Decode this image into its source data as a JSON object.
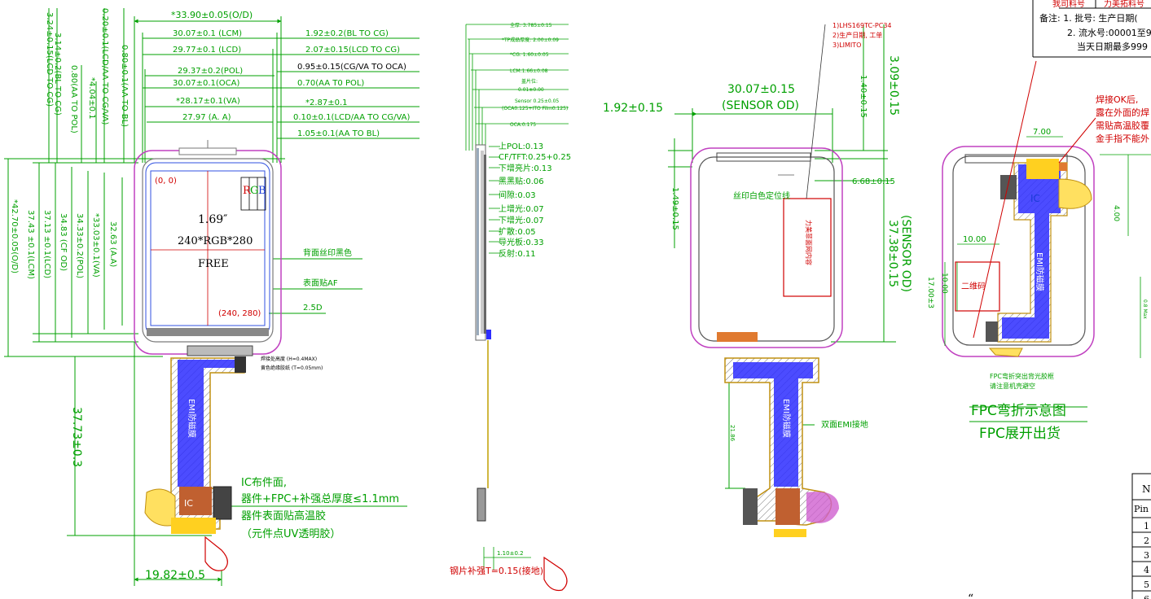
{
  "main_view": {
    "outer_width": "*33.90±0.05(O/D)",
    "lcm_width": "30.07±0.1 (LCM)",
    "lcd_width": "29.77±0.1 (LCD)",
    "pol_width": "29.37±0.2(POL)",
    "oca_width": "30.07±0.1(OCA)",
    "va_width": "*28.17±0.1(VA)",
    "aa_width": "27.97 (A. A)",
    "bl_to_cg": "1.92±0.2(BL TO CG)",
    "lcd_to_cg": "2.07±0.15(LCD TO CG)",
    "cg_va_to_oca": "0.95±0.15(CG/VA TO OCA)",
    "aa_to_pol": "0.70(AA T0 POL)",
    "dim_287": "*2.87±0.1",
    "lcd_aa_to_cg_va": "0.10±0.1(LCD/AA TO CG/VA)",
    "aa_to_bl": "1.05±0.1(AA TO BL)",
    "v_lcd_to_cg": "3.24±0.15(LCD TO CG)",
    "v_bl_to_cg": "3.14±0.2(BL TO CG)",
    "v_lcd_aa_to_cg_va": "0.20±0.1(LCD/AA TO CG/VA)",
    "v_aa_to_pol": "0.80(AA TO POL)",
    "v_aa_to_bl": "0.80±0.1(AA TO BL)",
    "v_404": "*4.04±0.1",
    "v_od": "*42.70±0.05(O/D)",
    "v_lcm": "37.43 ±0.1(LCM)",
    "v_lcd": "37.13 ±0.1(LCD)",
    "v_cf_od": "34.83 (CF OD)",
    "v_pol": "34.33±0.2(POL)",
    "v_va": "*33.03±0.1(VA)",
    "v_aa": "32.63 (A.A)",
    "v_fpc": "37.73±0.3",
    "h_fpc": "19.82±0.5",
    "origin": "(0, 0)",
    "corner": "(240, 280)",
    "rgb_r": "R",
    "rgb_g": "G",
    "rgb_b": "B",
    "size": "1.69″",
    "resolution": "240*RGB*280",
    "mode": "FREE",
    "note_back_print": "背面丝印黑色",
    "note_surface": "表面贴AF",
    "note_25d": "2.5D",
    "note_weld_height": "焊接处高度 (H=0.4MAX)",
    "note_tape": "黄色绝缘胶纸 (T=0.05mm)",
    "emi_label": "EMI防磁膜",
    "ic_label": "IC",
    "ic_note_1": "IC布件面,",
    "ic_note_2": "器件+FPC+补强总厚度≤1.1mm",
    "ic_note_3": "器件表面贴高温胶",
    "ic_note_4": "（元件点UV透明胶）"
  },
  "side_view": {
    "l_total": "全厚: 3.785±0.15",
    "l_tp": "*TP成品厚度: 2.00±0.09",
    "l_cg": "*CG: 1.60±0.05",
    "l_lcm": "LCM:1.66±0.08",
    "l_gap1": "盖片位:",
    "l_gap2": "0.01±0.00",
    "l_sensor1": "Sensor 0.25±0.05",
    "l_sensor2": "(OCA0.125+ITO Film0.125)",
    "l_oca": "OCA:0.175",
    "l_pol": "上POL:0.13",
    "l_cf_tft": "CF/TFT:0.25+0.25",
    "l_bot_pol": "下增亮片:0.13",
    "l_black": "黑黑贴:0.06",
    "l_gap": "间隙:0.03",
    "l_up_bright": "上增光:0.07",
    "l_down_bright": "下增光:0.07",
    "l_diffuse": "扩散:0.05",
    "l_lgp": "导光板:0.33",
    "l_reflect": "反射:0.11",
    "l_110": "1.10±0.2",
    "steel_note": "钢片补强T=0.15(接地)"
  },
  "sensor_view": {
    "dim_192": "1.92±0.15",
    "dim_3007": "30.07±0.15",
    "sensor_od": "(SENSOR OD)",
    "note_1": "1)LHS169TC-PC34",
    "note_2": "2)生产日期, 工单",
    "note_3": "3)LIMITO",
    "dim_309": "3.09±0.15",
    "dim_140": "1.40±0.15",
    "dim_668": "6.68±0.15",
    "dim_149": "1.49±0.15",
    "silk_note": "丝印白色定位线",
    "red_box": "力美菲面网内容",
    "v_sensor": "37.38±0.15",
    "v_sensor_od": "(SENSOR OD)",
    "h_2186": "21.86",
    "emi_double": "双面EMI接地",
    "emi_label": "EMI防磁膜"
  },
  "fpc_view": {
    "dim_700": "7.00",
    "dim_400": "4.00",
    "dim_1000": "10.00",
    "dim_1000v": "10.00",
    "dim_1700": "17.00±3",
    "dim_06": "0.8 Max",
    "qr_label": "二维码",
    "ic_label": "IC",
    "note_weld_1": "焊接OK后,",
    "note_weld_2": "露在外面的焊",
    "note_weld_3": "需贴高温胶覆",
    "note_weld_4": "金手指不能外",
    "fpc_bend_1": "FPC弯折突出背光胶框",
    "fpc_bend_2": "请注意机壳避空",
    "title_1": "FPC弯折示意图",
    "title_2": "FPC展开出货",
    "emi_label": "EMI防磁膜"
  },
  "title_block": {
    "cell_1": "我司料号",
    "cell_2": "力美拓料号",
    "remark_1": "备注: 1. 批号: 生产日期(",
    "remark_2": "2. 流水号:00001至9",
    "remark_3": "当天日期最多999"
  },
  "pin_table": {
    "header": "N",
    "pin_label": "Pin",
    "rows": [
      "1",
      "2",
      "3",
      "4",
      "5",
      "6"
    ]
  },
  "quote_mark": "“"
}
